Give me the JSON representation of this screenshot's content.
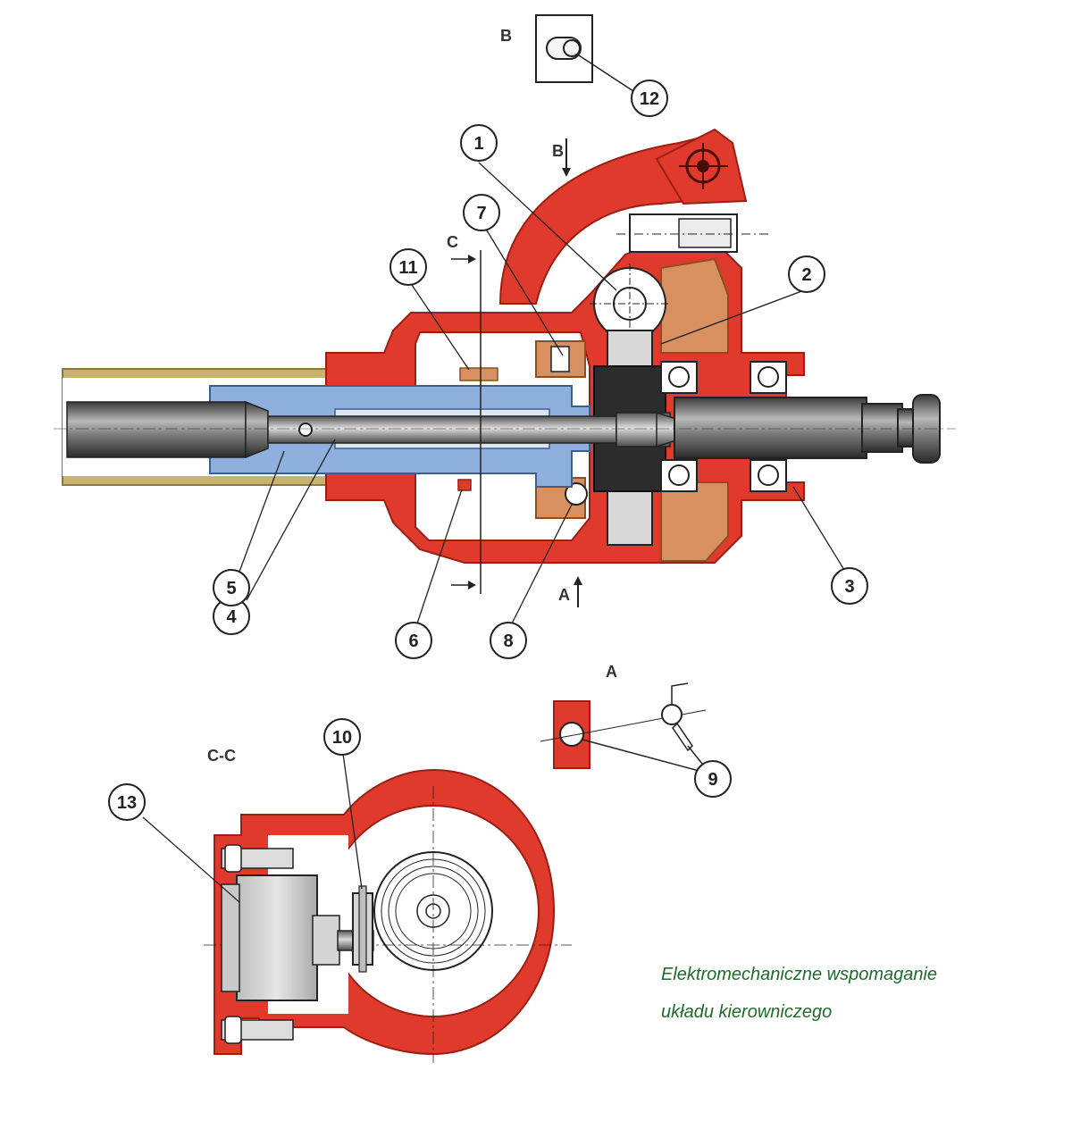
{
  "caption": {
    "line1": "Elektromechaniczne wspomaganie",
    "line2": "układu kierowniczego"
  },
  "section_labels": {
    "b_view": "B",
    "b_arrow": "B",
    "c_arrow": "C",
    "a_arrow": "A",
    "a_view": "A",
    "cc_view": "C-C"
  },
  "callouts": {
    "c1": "1",
    "c2": "2",
    "c3": "3",
    "c4": "4",
    "c5": "5",
    "c6": "6",
    "c7": "7",
    "c8": "8",
    "c9": "9",
    "c10": "10",
    "c11": "11",
    "c12": "12",
    "c13": "13"
  },
  "colors": {
    "housing_red": "#e03a2c",
    "shaft_blue": "#8fb0dc",
    "bronze": "#d99060",
    "steel_gray": "#6e6e6e",
    "tube_outer": "#c2aa62",
    "caption_green": "#1f6b2a",
    "line_black": "#222222"
  }
}
